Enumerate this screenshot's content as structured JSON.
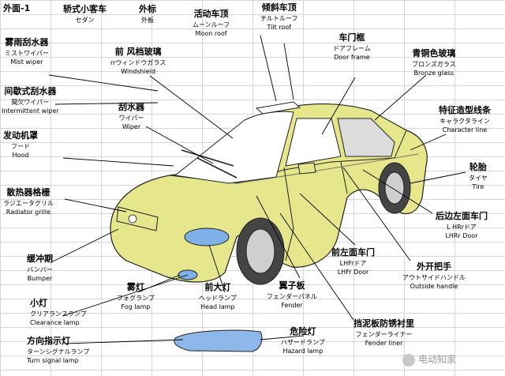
{
  "title": "外面-1",
  "watermark": "电动知家",
  "labels": {
    "sedan": {
      "zh": "轿式小客车",
      "ja": "セダン",
      "en": ""
    },
    "exterior": {
      "zh": "外标",
      "ja": "外板",
      "en": ""
    },
    "moonroof": {
      "zh": "活动车顶",
      "ja": "ムーンルーフ",
      "en": "Moon roof"
    },
    "tiltroof": {
      "zh": "倾斜车顶",
      "ja": "チルトルーフ",
      "en": "Tilt roof"
    },
    "mistwiper": {
      "zh": "雾雨刮水器",
      "ja": "ミストワイパー",
      "en": "Mist wiper"
    },
    "windshield": {
      "zh": "前 风档玻璃",
      "ja": "rrウィンドウガラス",
      "en": "Windshield"
    },
    "doorframe": {
      "zh": "车门框",
      "ja": "ドアフレーム",
      "en": "Door frame"
    },
    "bronze": {
      "zh": "青铜色玻璃",
      "ja": "ブロンズガラス",
      "en": "Bronze glass"
    },
    "intwiper": {
      "zh": "间歇式刮水器",
      "ja": "間欠ワイパー",
      "en": "Intermittent wiper"
    },
    "wiper": {
      "zh": "刮水器",
      "ja": "ワイパー",
      "en": "Wiper"
    },
    "charline": {
      "zh": "特征造型线条",
      "ja": "キャラクタライン",
      "en": "Character line"
    },
    "hood": {
      "zh": "发动机罩",
      "ja": "フード",
      "en": "Hood"
    },
    "tire": {
      "zh": "轮胎",
      "ja": "タイヤ",
      "en": "Tire"
    },
    "grille": {
      "zh": "散热器格栅",
      "ja": "ラジエータグリル",
      "en": "Radiator grille"
    },
    "rrdoor": {
      "zh": "后边左面车门",
      "ja": "L HRrドア",
      "en": "LHRr Door"
    },
    "bumper": {
      "zh": "缓冲期",
      "ja": "バンパー",
      "en": "Bumper"
    },
    "frdoor": {
      "zh": "前左面车门",
      "ja": "LHFrドア",
      "en": "LHFr Door"
    },
    "handle": {
      "zh": "外开把手",
      "ja": "アウトサイドハンドル",
      "en": "Outside handle"
    },
    "foglamp": {
      "zh": "雾灯",
      "ja": "フォグランプ",
      "en": "Fog lamp"
    },
    "headlamp": {
      "zh": "前大灯",
      "ja": "ヘッドランプ",
      "en": "Head lamp"
    },
    "fender": {
      "zh": "翼子板",
      "ja": "フェンダーパネル",
      "en": "Fender"
    },
    "clearance": {
      "zh": "小灯",
      "ja": "クリアランスランプ",
      "en": "Clearance lamp"
    },
    "hazard": {
      "zh": "危险灯",
      "ja": "ハザードランプ",
      "en": "Hazard lamp"
    },
    "fenderliner": {
      "zh": "挡泥板防锈衬里",
      "ja": "フェンダーライナー",
      "en": "Fender liner"
    },
    "turnsignal": {
      "zh": "方向指示灯",
      "ja": "ターンシグナルランプ",
      "en": "Turn signal lamp"
    }
  }
}
